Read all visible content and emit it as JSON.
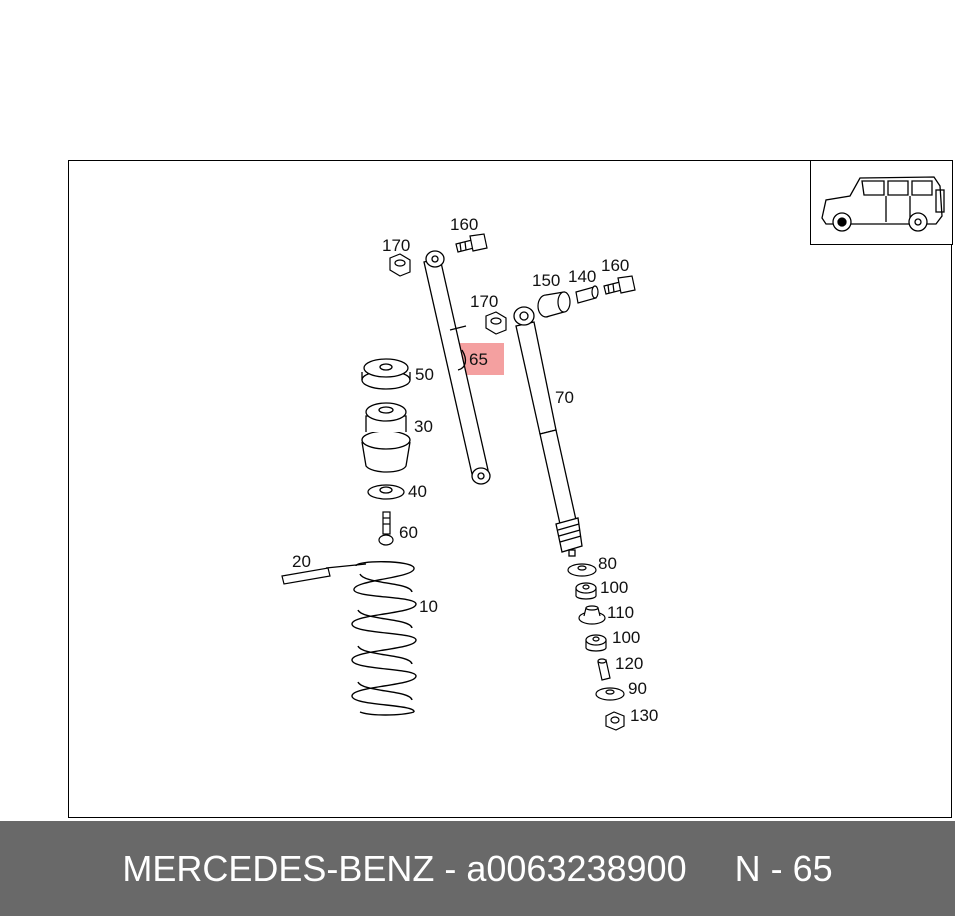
{
  "footer": {
    "brand": "MERCEDES-BENZ",
    "dash": " - ",
    "part_number": "a0063238900",
    "position_label": "N - 65"
  },
  "highlight": {
    "callout": "65",
    "color": "#f4a0a0"
  },
  "callouts": {
    "c160a": "160",
    "c170a": "170",
    "c170b": "170",
    "c150": "150",
    "c140": "140",
    "c160b": "160",
    "c65": "65",
    "c70": "70",
    "c50": "50",
    "c30": "30",
    "c40": "40",
    "c60": "60",
    "c20": "20",
    "c10": "10",
    "c80": "80",
    "c100a": "100",
    "c110": "110",
    "c100b": "100",
    "c120": "120",
    "c90": "90",
    "c130": "130"
  }
}
